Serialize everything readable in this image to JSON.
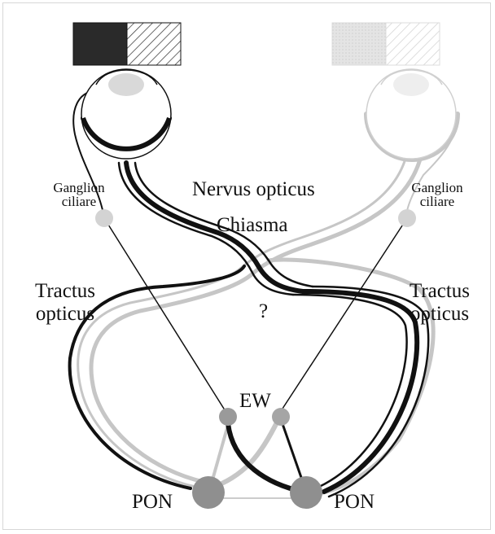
{
  "labels": {
    "nervus_opticus": "Nervus opticus",
    "chiasma": "Chiasma",
    "question_mark": "?",
    "ganglion_left_line1": "Ganglion",
    "ganglion_left_line2": "ciliare",
    "ganglion_right_line1": "Ganglion",
    "ganglion_right_line2": "ciliare",
    "tractus_left_line1": "Tractus",
    "tractus_left_line2": "opticus",
    "tractus_right_line1": "Tractus",
    "tractus_right_line2": "opticus",
    "ew": "EW",
    "pon_left": "PON",
    "pon_right": "PON"
  },
  "colors": {
    "dark_pathway": "#111111",
    "faded_pathway": "#c6c6c6",
    "nucleus": "#8f8f8f",
    "ganglion": "#d3d3d3",
    "fill_dark": "#2a2a2a",
    "frame": "#d7d7d7"
  },
  "icons": [
    "left-eye-icon",
    "right-eye-icon",
    "dark-stimulus-icon",
    "faded-stimulus-icon"
  ]
}
